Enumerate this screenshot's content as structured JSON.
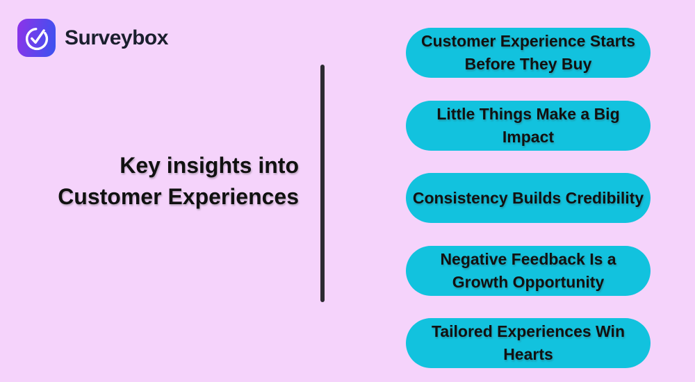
{
  "logo": {
    "brand_name": "Surveybox",
    "icon": "check-circle-icon"
  },
  "heading": {
    "title": "Key insights into Customer Experiences",
    "lines": [
      "Key insights into",
      "Customer Experiences"
    ]
  },
  "pills": {
    "items": [
      {
        "label": "Customer Experience Starts Before They Buy",
        "lines": [
          "Customer Experience Starts",
          "Before They Buy"
        ]
      },
      {
        "label": "Little Things Make a Big Impact",
        "lines": [
          "Little Things Make a Big",
          "Impact"
        ]
      },
      {
        "label": "Consistency Builds Credibility",
        "lines": [
          "Consistency Builds Credibility"
        ]
      },
      {
        "label": "Negative Feedback Is a Growth Opportunity",
        "lines": [
          "Negative Feedback Is a",
          "Growth Opportunity"
        ]
      },
      {
        "label": "Tailored Experiences Win Hearts",
        "lines": [
          "Tailored Experiences Win",
          "Hearts"
        ]
      }
    ]
  },
  "colors": {
    "background": "#f5d3fb",
    "pill": "#12c2de",
    "pill_text": "#111111",
    "heading_text": "#111111",
    "divider": "#2d2a32",
    "logo_gradient_start": "#8e33e8",
    "logo_gradient_end": "#3a53f0",
    "brand_text": "#1b1f2e"
  }
}
